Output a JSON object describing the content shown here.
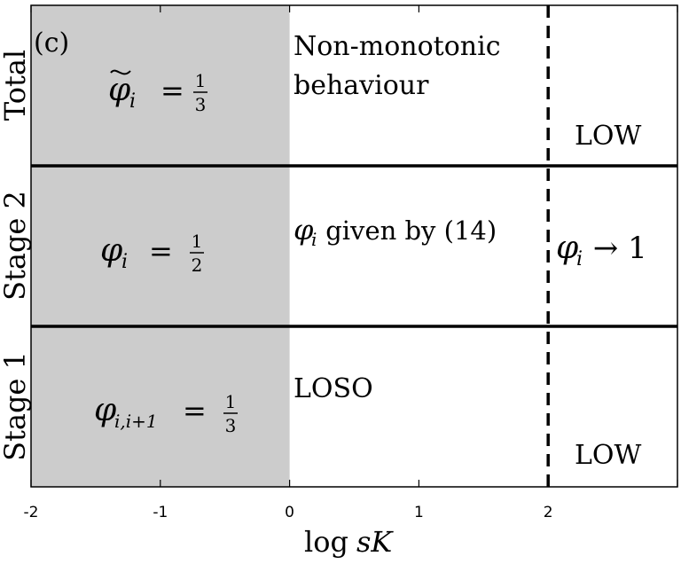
{
  "panel_label": "(c)",
  "rows": {
    "total": {
      "label": "Total",
      "shaded_formula": {
        "symbol": "φ",
        "subscript": "i",
        "num": "1",
        "den": "3"
      },
      "text_lines": [
        "Non-monotonic",
        "behaviour"
      ],
      "right_text": "LOW"
    },
    "stage2": {
      "label": "Stage 2",
      "shaded_formula": {
        "symbol": "φ",
        "subscript": "i",
        "num": "1",
        "den": "2"
      },
      "text_symbol": "φ",
      "text_sub": "i",
      "text_rest": " given by (14)",
      "right_symbol": "φ",
      "right_sub": "i",
      "right_rest": " → 1"
    },
    "stage1": {
      "label": "Stage 1",
      "shaded_formula": {
        "symbol": "φ",
        "subscript": "i,i+1",
        "num": "1",
        "den": "3"
      },
      "text": "LOSO",
      "right_text": "LOW"
    }
  },
  "x_axis": {
    "label_prefix": "log ",
    "label_var": "sK",
    "ticks": [
      "-2",
      "-1",
      "0",
      "1",
      "2"
    ],
    "tick_values": [
      -2,
      -1,
      0,
      1,
      2
    ],
    "range": [
      -2,
      3
    ]
  },
  "regions": {
    "shaded_until": 0,
    "dashed_at": 2,
    "shade_color": "#cccccc"
  },
  "equals": "="
}
